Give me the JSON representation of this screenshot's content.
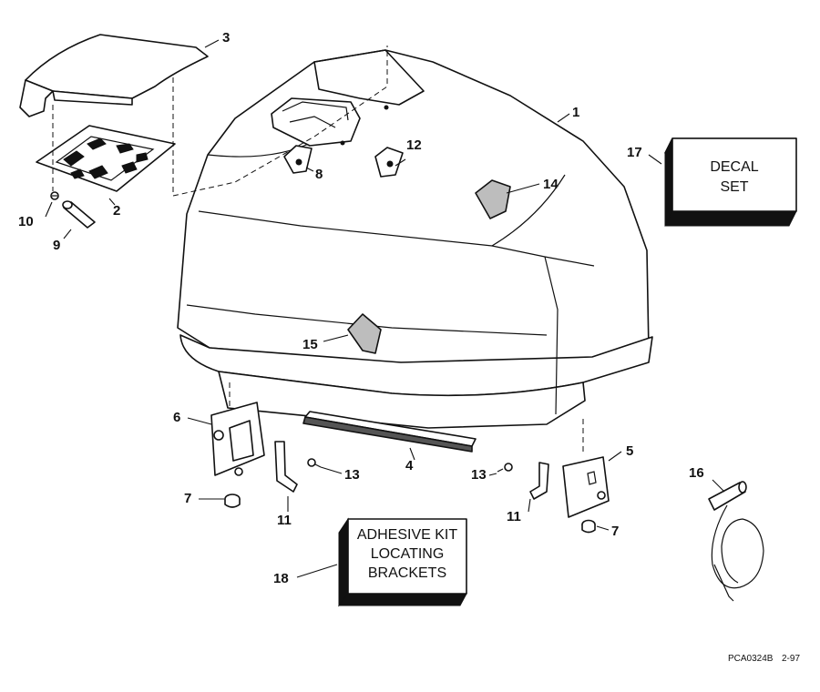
{
  "callouts": {
    "c1": "1",
    "c2": "2",
    "c3": "3",
    "c4": "4",
    "c5": "5",
    "c6": "6",
    "c7a": "7",
    "c7b": "7",
    "c8": "8",
    "c9": "9",
    "c10": "10",
    "c11a": "11",
    "c11b": "11",
    "c12": "12",
    "c13a": "13",
    "c13b": "13",
    "c14": "14",
    "c15": "15",
    "c16": "16",
    "c17": "17",
    "c18": "18"
  },
  "decal_box": {
    "line1": "DECAL",
    "line2": "SET"
  },
  "adhesive_box": {
    "line1": "ADHESIVE KIT",
    "line2": "LOCATING",
    "line3": "BRACKETS"
  },
  "footer": {
    "part_code": "PCA0324B",
    "date": "2-97"
  },
  "colors": {
    "line": "#111111",
    "background": "#ffffff"
  }
}
